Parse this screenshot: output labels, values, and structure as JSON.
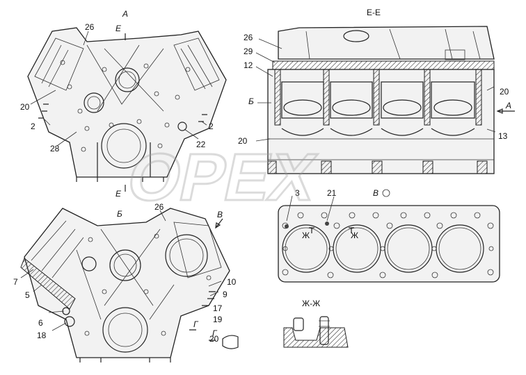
{
  "watermark": "OPEX",
  "views": {
    "front_a": {
      "title": "A",
      "section_mark_top": "Е",
      "section_mark_bottom": "Е"
    },
    "section_ee": {
      "title": "Е-Е"
    },
    "front_b": {
      "title": "Б"
    },
    "head_face": {
      "title": "В"
    },
    "section_zz": {
      "title": "Ж-Ж"
    }
  },
  "callouts": {
    "a_26": "26",
    "a_20": "20",
    "a_2_left": "2",
    "a_28": "28",
    "a_22": "22",
    "a_2_right": "2",
    "ee_26": "26",
    "ee_29": "29",
    "ee_12": "12",
    "ee_b": "Б",
    "ee_20_left": "20",
    "ee_20_right": "20",
    "ee_a": "А",
    "ee_13": "13",
    "v_3": "3",
    "v_21": "21",
    "v_zh1": "Ж",
    "v_zh2": "Ж",
    "b_26": "26",
    "b_v": "В",
    "b_7": "7",
    "b_5": "5",
    "b_6": "6",
    "b_18": "18",
    "b_10": "10",
    "b_9": "9",
    "b_17": "17",
    "b_19": "19",
    "b_g1": "Г",
    "b_g2": "Г",
    "b_20": "20"
  },
  "colors": {
    "line": "#222222",
    "fill": "#f2f2f2",
    "watermark": "#9a9a9a"
  }
}
